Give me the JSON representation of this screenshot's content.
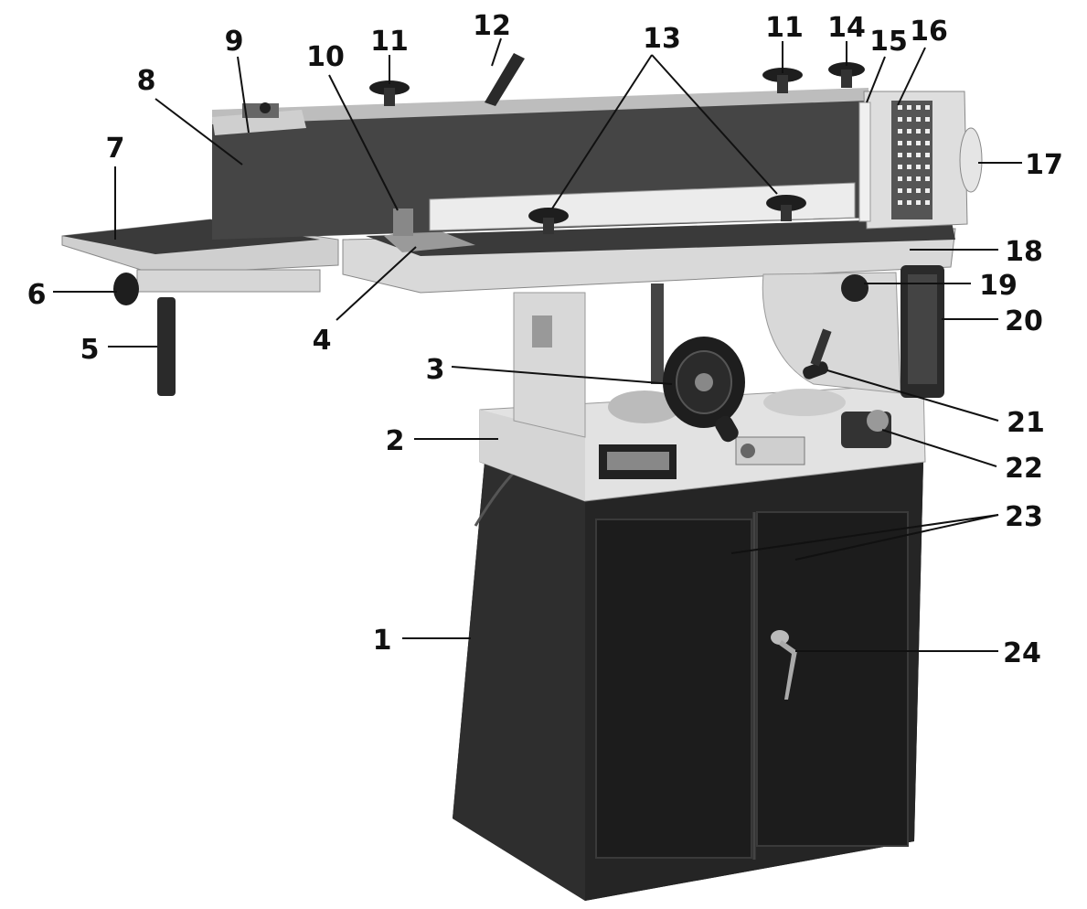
{
  "figure": {
    "callouts": [
      "1",
      "2",
      "3",
      "4",
      "5",
      "6",
      "7",
      "8",
      "9",
      "10",
      "11",
      "11",
      "12",
      "13",
      "14",
      "15",
      "16",
      "17",
      "18",
      "19",
      "20",
      "21",
      "22",
      "23",
      "24"
    ]
  },
  "colors": {
    "ink": "#111111",
    "cabinet": "#2a2a2a",
    "cabinet_dark": "#1a1a1a",
    "belt_housing": "#4a4a4a",
    "light_metal": "#dcdcdc",
    "table_top": "#3a3a3a",
    "background": "#ffffff"
  }
}
